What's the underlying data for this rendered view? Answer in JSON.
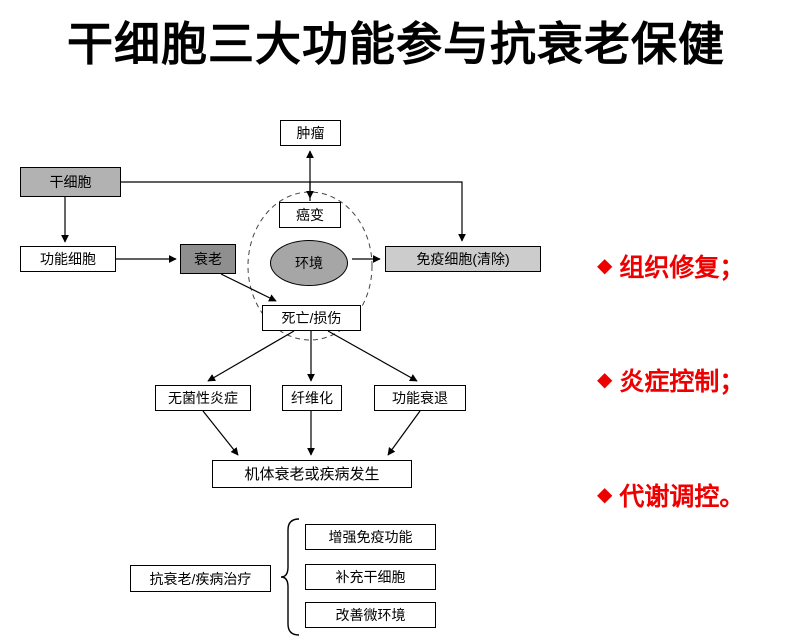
{
  "title": "干细胞三大功能参与抗衰老保健",
  "nodes": {
    "tumor": "肿瘤",
    "stem_cell": "干细胞",
    "canceration": "癌变",
    "functional_cell": "功能细胞",
    "aging": "衰老",
    "environment": "环境",
    "immune_cell": "免疫细胞(清除)",
    "death_damage": "死亡/损伤",
    "aseptic_inflammation": "无菌性炎症",
    "fibrosis": "纤维化",
    "functional_decline": "功能衰退",
    "body_aging_disease": "机体衰老或疾病发生",
    "anti_aging_treatment": "抗衰老/疾病治疗",
    "enhance_immune": "增强免疫功能",
    "supplement_stem_cells": "补充干细胞",
    "improve_microenvironment": "改善微环境"
  },
  "bullets": [
    {
      "marker": "◆",
      "text": "组织修复；"
    },
    {
      "marker": "◆",
      "text": "炎症控制；"
    },
    {
      "marker": "◆",
      "text": "代谢调控。"
    }
  ],
  "colors": {
    "accent_red": "#ee0000",
    "stem_cell_bg": "#b2b2b2",
    "aging_bg": "#8f8f8f",
    "environment_bg": "#a6a6a6",
    "immune_bg": "#cccccc",
    "line": "#000000"
  }
}
